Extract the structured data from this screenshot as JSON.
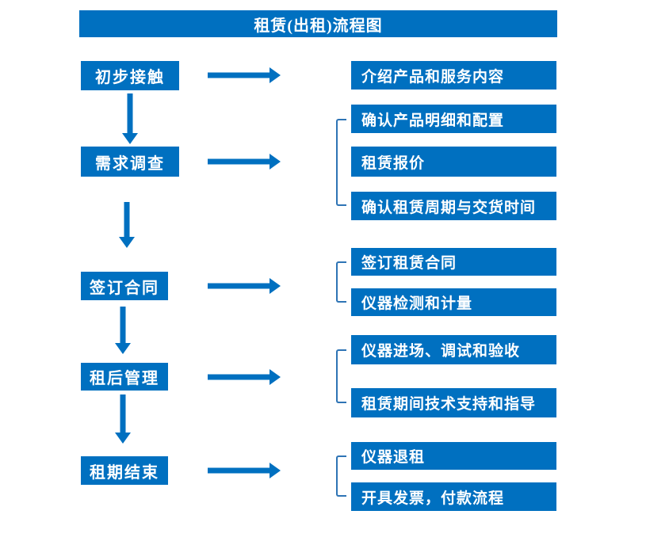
{
  "title": "租赁(出租)流程图",
  "colors": {
    "box_fill": "#0070C0",
    "arrow": "#0070C0",
    "bracket": "#2E74B5",
    "text": "#FFFFFF",
    "background": "#FFFFFF"
  },
  "chart_type": "flowchart",
  "steps": [
    {
      "label": "初步接触",
      "outputs": [
        "介绍产品和服务内容"
      ]
    },
    {
      "label": "需求调查",
      "outputs": [
        "确认产品明细和配置",
        "租赁报价",
        "确认租赁周期与交货时间"
      ]
    },
    {
      "label": "签订合同",
      "outputs": [
        "签订租赁合同",
        "仪器检测和计量"
      ]
    },
    {
      "label": "租后管理",
      "outputs": [
        "仪器进场、调试和验收",
        "租赁期间技术支持和指导"
      ]
    },
    {
      "label": "租期结束",
      "outputs": [
        "仪器退租",
        "开具发票，付款流程"
      ]
    }
  ]
}
